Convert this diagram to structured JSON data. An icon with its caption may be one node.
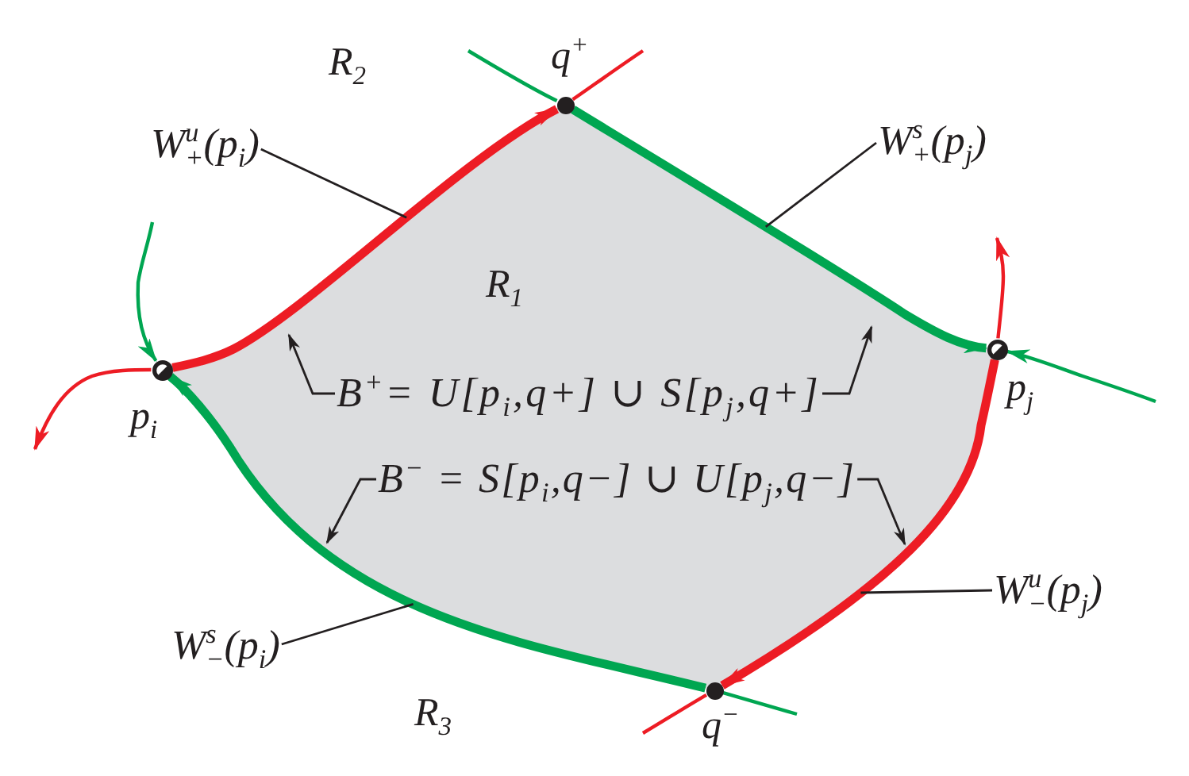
{
  "diagram": {
    "nodes": [
      {
        "text": [
          "R$_{1}$"
        ]
      },
      {
        "text": [],
        "shape": "circle",
        "beside": [
          "q$^{+}$"
        ]
      },
      {
        "text": [
          "W$^{u}$$_{+}$(p$_{i}$)"
        ]
      },
      {
        "text": [
          "W$^{s}$$_{+}$(p$_{j}$)"
        ]
      },
      {
        "text": [],
        "shape": "circle",
        "beside": [
          "p$_{i}$"
        ]
      },
      {
        "text": [],
        "shape": "circle",
        "beside": [
          "p$_{j}$"
        ]
      },
      {
        "text": [
          "B$^{+}$= U[p$_{i}$,q+] ∪ S[p$_{j}$,q+]"
        ],
        "in": 0
      },
      {
        "text": [
          "B$^{−}$ = S[p$_{i}$,q−] ∪ U[p$_{j}$,q−]"
        ],
        "in": 0
      },
      {
        "text": [
          "W$^{s}$$_{−}$(p$_{i}$)"
        ]
      },
      {
        "text": [
          "W$^{u}$$_{−}$(p$_{j}$)"
        ]
      },
      {
        "text": [],
        "shape": "circle",
        "beside": [
          "q$^{−}$"
        ]
      }
    ],
    "edges": [
      {
        "from": 4,
        "to": 1,
        "arrow": "to",
        "style": "thick",
        "color": "#ed1c24"
      },
      {
        "from": 1,
        "to": 5,
        "arrow": "to",
        "style": "thick",
        "color": "#00a651"
      },
      {
        "from": 5,
        "to": 10,
        "arrow": "to",
        "style": "thick",
        "color": "#ed1c24"
      },
      {
        "from": 10,
        "to": 4,
        "arrow": "to",
        "style": "thick",
        "color": "#00a651"
      },
      {
        "from": null,
        "to": 4,
        "arrow": "to",
        "color": "#00a651"
      },
      {
        "from": 4,
        "to": null,
        "arrow": "to",
        "color": "#ed1c24"
      },
      {
        "from": null,
        "to": 1,
        "arrow": "none",
        "color": "#00a651"
      },
      {
        "from": 1,
        "to": null,
        "arrow": "none",
        "color": "#ed1c24"
      },
      {
        "from": 5,
        "to": null,
        "arrow": "to",
        "color": "#ed1c24"
      },
      {
        "from": null,
        "to": 5,
        "arrow": "to",
        "color": "#00a651"
      },
      {
        "from": 10,
        "to": null,
        "arrow": "none",
        "color": "#ed1c24"
      },
      {
        "from": null,
        "to": 10,
        "arrow": "none",
        "color": "#00a651"
      },
      {
        "from": 2,
        "to": 0,
        "arrow": "none"
      },
      {
        "from": 3,
        "to": 0,
        "arrow": "none"
      },
      {
        "from": 6,
        "to": null,
        "arrow": "to"
      },
      {
        "from": 6,
        "to": null,
        "arrow": "to"
      },
      {
        "from": 7,
        "to": null,
        "arrow": "to"
      },
      {
        "from": 7,
        "to": null,
        "arrow": "to"
      },
      {
        "from": 8,
        "to": 0,
        "arrow": "none"
      },
      {
        "from": 9,
        "to": 0,
        "arrow": "none"
      }
    ],
    "labels": [
      "R$_{2}$",
      "R$_{3}$"
    ]
  }
}
